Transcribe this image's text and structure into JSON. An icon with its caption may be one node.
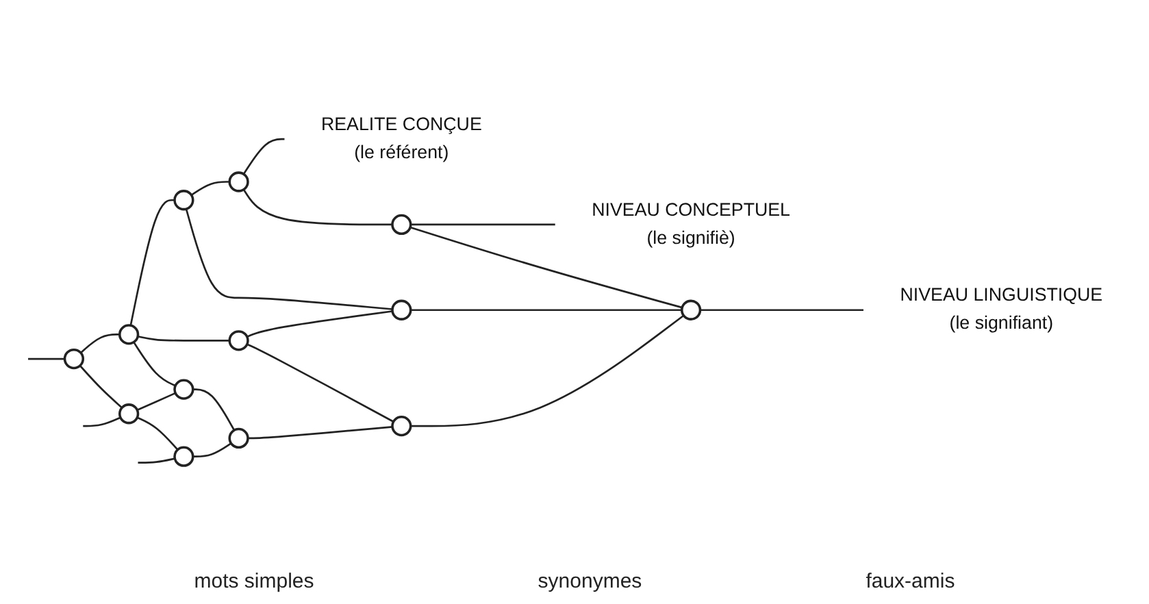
{
  "diagram": {
    "nodes": [
      {
        "text": [],
        "shape": "circle"
      },
      {
        "text": [],
        "shape": "circle"
      },
      {
        "text": [],
        "shape": "circle"
      },
      {
        "text": [],
        "shape": "circle"
      },
      {
        "text": [
          "REALITE CONÇUE",
          "(le référent)"
        ]
      },
      {
        "text": [],
        "shape": "circle"
      },
      {
        "text": [],
        "shape": "circle"
      },
      {
        "text": [],
        "shape": "circle"
      },
      {
        "text": [],
        "shape": "circle"
      },
      {
        "text": [],
        "shape": "circle"
      },
      {
        "text": [
          "NIVEAU CONCEPTUEL",
          "(le signifiè)"
        ]
      },
      {
        "text": [],
        "shape": "circle"
      },
      {
        "text": [],
        "shape": "circle"
      },
      {
        "text": [],
        "shape": "circle"
      },
      {
        "text": [],
        "shape": "circle"
      },
      {
        "text": [
          "NIVEAU LINGUISTIQUE",
          "(le signifiant)"
        ]
      }
    ],
    "edges": [
      {
        "from": null,
        "to": 0,
        "arrow": "none"
      },
      {
        "from": 0,
        "to": 1,
        "arrow": "none"
      },
      {
        "from": 1,
        "to": 2,
        "arrow": "none"
      },
      {
        "from": 2,
        "to": 3,
        "arrow": "none"
      },
      {
        "from": 3,
        "to": 4,
        "arrow": "none"
      },
      {
        "from": null,
        "to": 5,
        "arrow": "none"
      },
      {
        "from": 5,
        "to": 6,
        "arrow": "none"
      },
      {
        "from": 7,
        "to": 8,
        "arrow": "none"
      },
      {
        "from": 9,
        "to": 10,
        "arrow": "none"
      },
      {
        "from": null,
        "to": 11,
        "arrow": "none"
      },
      {
        "from": 11,
        "to": 12,
        "arrow": "none"
      },
      {
        "from": 12,
        "to": 13,
        "arrow": "none"
      },
      {
        "from": 13,
        "to": 14,
        "arrow": "none"
      },
      {
        "from": 14,
        "to": 15,
        "arrow": "none"
      },
      {
        "from": 0,
        "to": 5,
        "arrow": "none"
      },
      {
        "from": 5,
        "to": 11,
        "arrow": "none"
      },
      {
        "from": 1,
        "to": 6,
        "arrow": "none"
      },
      {
        "from": 1,
        "to": 7,
        "arrow": "none"
      },
      {
        "from": 6,
        "to": 12,
        "arrow": "none"
      },
      {
        "from": 7,
        "to": 13,
        "arrow": "none"
      },
      {
        "from": 2,
        "to": 8,
        "arrow": "none"
      },
      {
        "from": 3,
        "to": 9,
        "arrow": "none"
      },
      {
        "from": 8,
        "to": 14,
        "arrow": "none"
      },
      {
        "from": 9,
        "to": 14,
        "arrow": "none"
      }
    ],
    "labels": [
      "mots simples",
      "synonymes",
      "faux-amis"
    ]
  }
}
